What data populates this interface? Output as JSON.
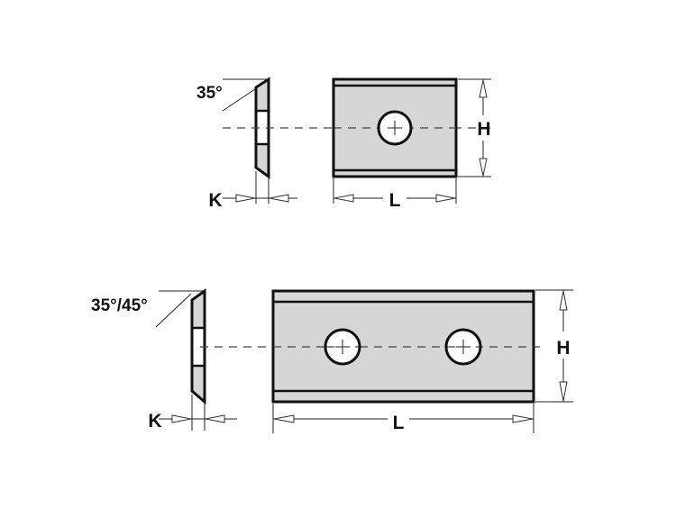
{
  "insert_single_hole": {
    "angle_label": "35°",
    "thickness_label": "K",
    "length_label": "L",
    "height_label": "H"
  },
  "insert_double_hole": {
    "angle_label": "35°/45°",
    "thickness_label": "K",
    "length_label": "L",
    "height_label": "H"
  }
}
